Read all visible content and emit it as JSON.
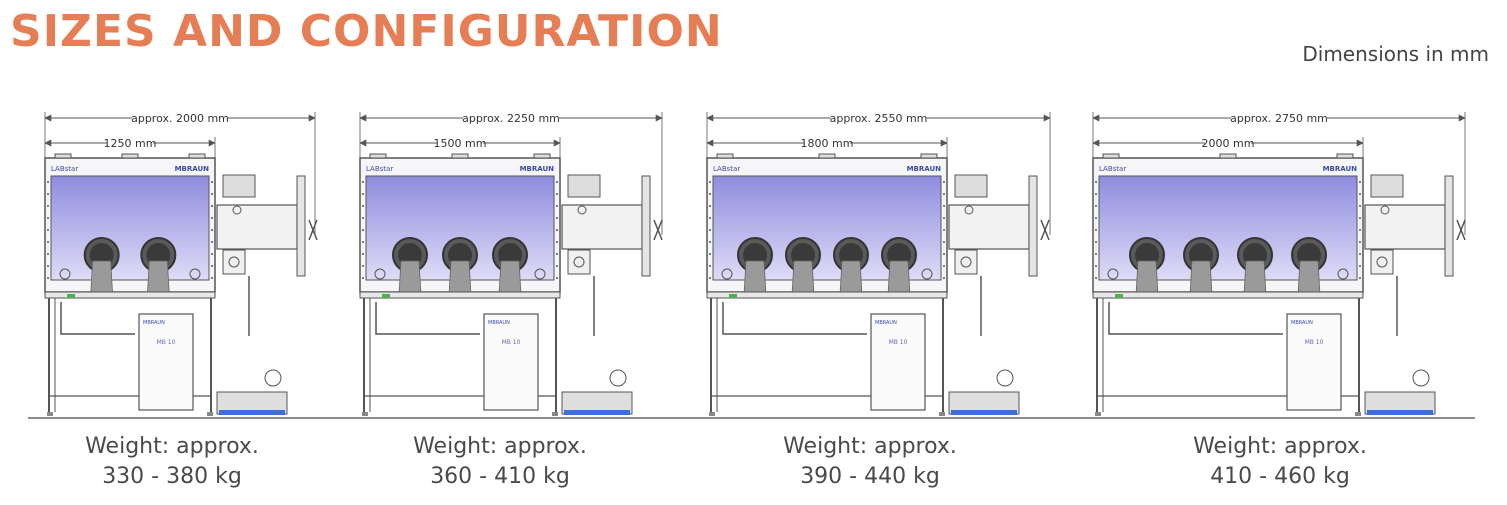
{
  "header": {
    "title": "SIZES AND CONFIGURATION",
    "units_note": "Dimensions in mm"
  },
  "colors": {
    "title": "#e67e55",
    "glass": "#a9a6e6",
    "line": "#555555"
  },
  "brand": {
    "logo_text": "LABstar",
    "maker_text": "MBRAUN",
    "cabinet_text": "MB 10"
  },
  "boxes": [
    {
      "total_dim": "approx. 2000 mm",
      "glovebox_dim": "1250 mm",
      "gloveports": 2,
      "weight_line1": "Weight: approx.",
      "weight_line2": "330 - 380 kg"
    },
    {
      "total_dim": "approx. 2250 mm",
      "glovebox_dim": "1500 mm",
      "gloveports": 3,
      "weight_line1": "Weight: approx.",
      "weight_line2": "360 - 410 kg"
    },
    {
      "total_dim": "approx. 2550 mm",
      "glovebox_dim": "1800 mm",
      "gloveports": 4,
      "weight_line1": "Weight: approx.",
      "weight_line2": "390 - 440 kg"
    },
    {
      "total_dim": "approx. 2750 mm",
      "glovebox_dim": "2000 mm",
      "gloveports": 4,
      "weight_line1": "Weight: approx.",
      "weight_line2": "410 - 460 kg"
    }
  ]
}
